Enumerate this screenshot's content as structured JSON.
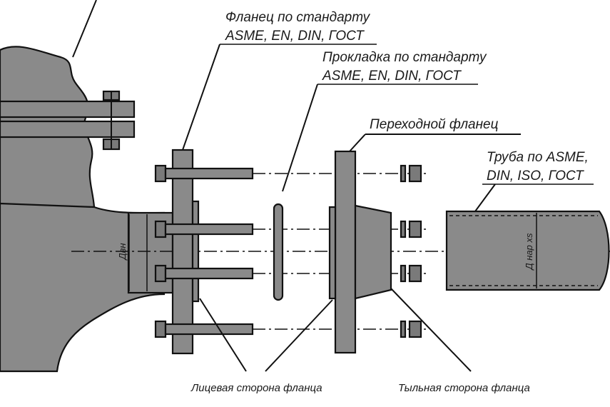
{
  "labels": {
    "flange_std_line1": "Фланец по стандарту",
    "flange_std_line2": "ASME, EN, DIN, ГОСТ",
    "gasket_std_line1": "Прокладка по стандарту",
    "gasket_std_line2": "ASME, EN, DIN, ГОСТ",
    "transition_flange": "Переходной фланец",
    "pipe_line1": "Труба по ASME,",
    "pipe_line2": "DIN, ISO, ГОСТ",
    "face_side": "Лицевая сторона фланца",
    "back_side": "Тыльная сторона фланца",
    "dim_inner": "Двн",
    "dim_outer": "Д нар xs"
  },
  "colors": {
    "metal": "#8a8a8a",
    "ink": "#111111",
    "background": "#ffffff"
  }
}
